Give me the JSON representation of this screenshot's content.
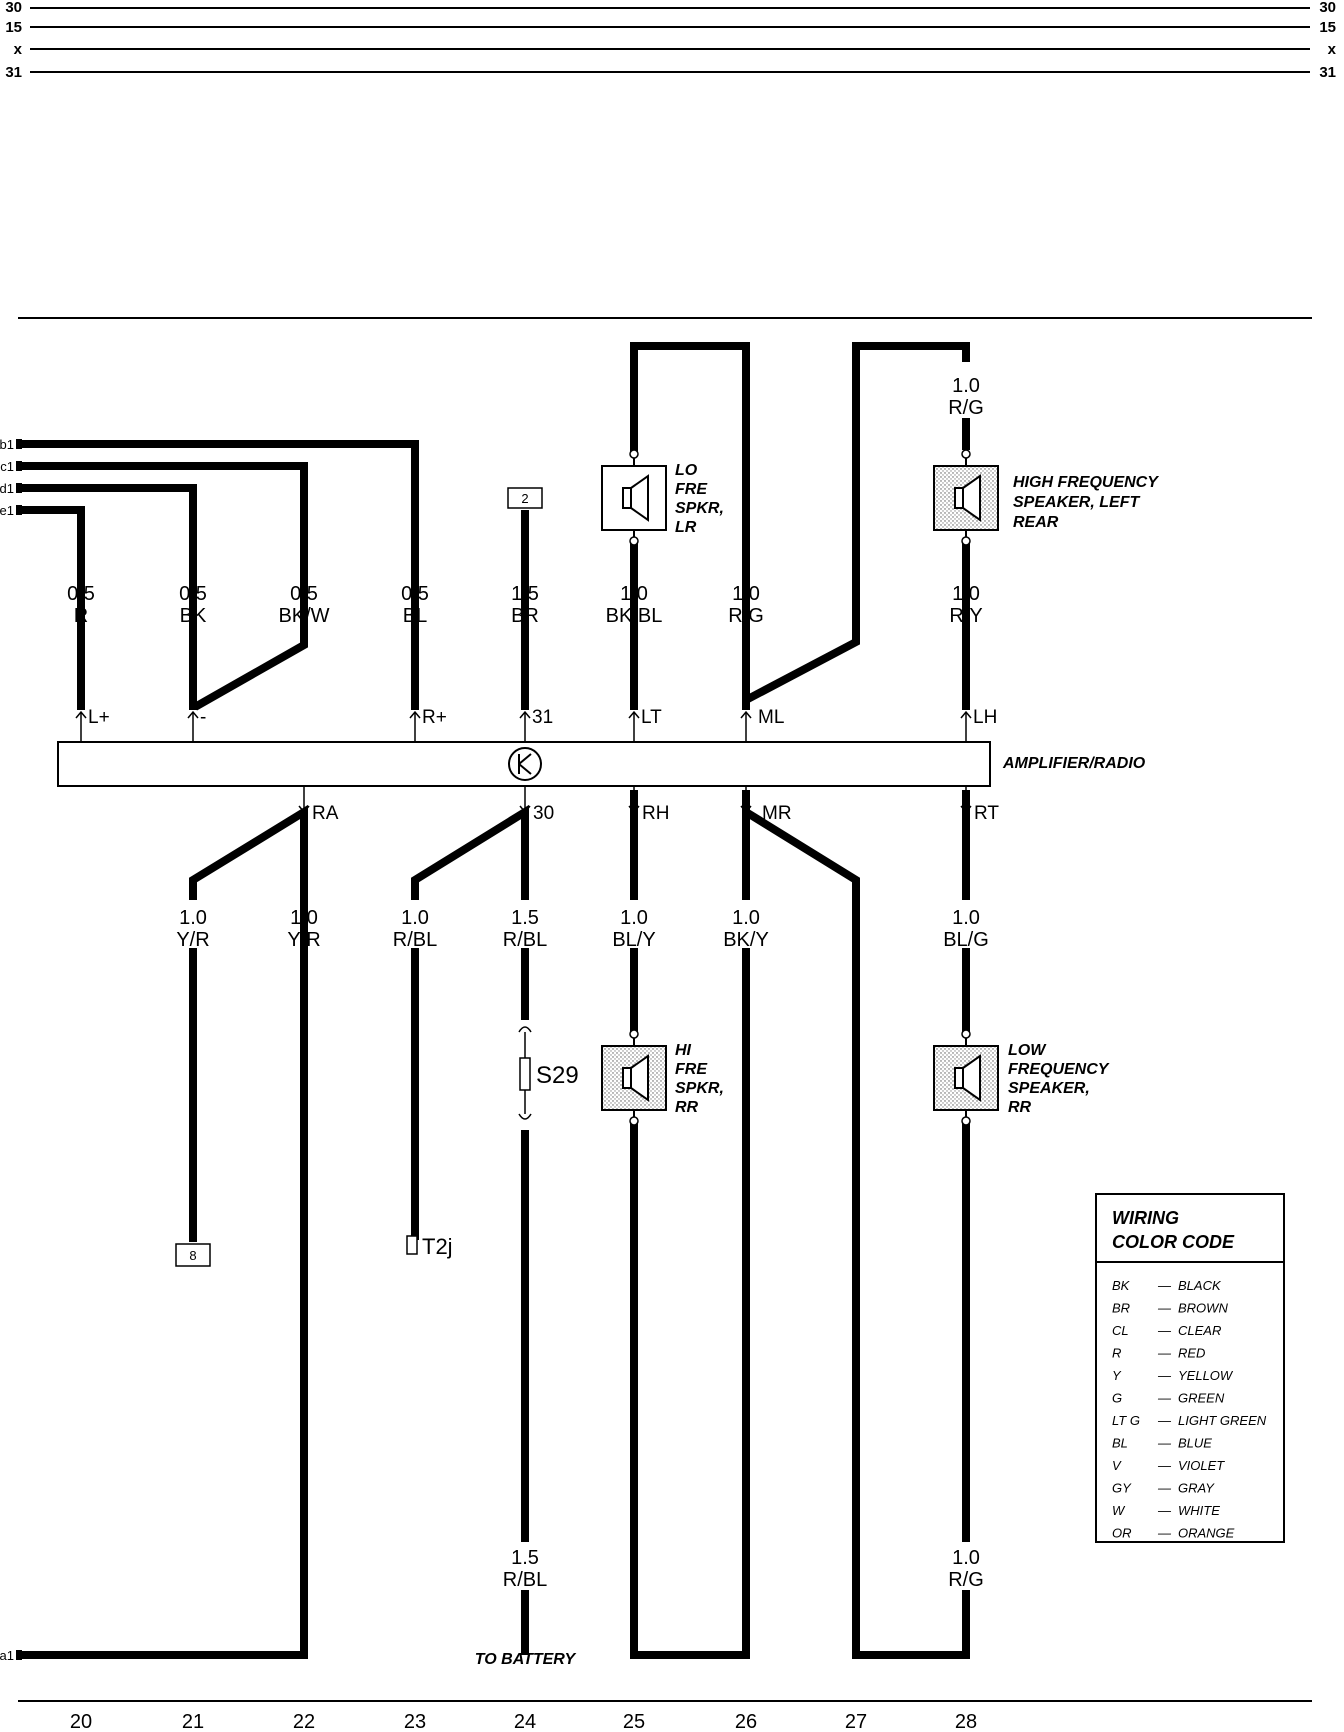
{
  "bus_rails": [
    {
      "left": "30",
      "right": "30"
    },
    {
      "left": "15",
      "right": "15"
    },
    {
      "left": "x",
      "right": "x"
    },
    {
      "left": "31",
      "right": "31"
    }
  ],
  "wire_labels": {
    "c20_top": {
      "gauge": "0.5",
      "color": "R"
    },
    "c21_top": {
      "gauge": "0.5",
      "color": "BK"
    },
    "c22_top": {
      "gauge": "0.5",
      "color": "BK/W"
    },
    "c23_top": {
      "gauge": "0.5",
      "color": "BL"
    },
    "c24_top": {
      "gauge": "1.5",
      "color": "BR"
    },
    "c25_top": {
      "gauge": "1.0",
      "color": "BK/BL"
    },
    "c26_top": {
      "gauge": "1.0",
      "color": "R/G"
    },
    "c28_top": {
      "gauge": "1.0",
      "color": "R/Y"
    },
    "c28_upper": {
      "gauge": "1.0",
      "color": "R/G"
    },
    "c21_bot": {
      "gauge": "1.0",
      "color": "Y/R"
    },
    "c22_bot": {
      "gauge": "1.0",
      "color": "Y/R"
    },
    "c23_bot": {
      "gauge": "1.0",
      "color": "R/BL"
    },
    "c24_bot": {
      "gauge": "1.5",
      "color": "R/BL"
    },
    "c25_bot": {
      "gauge": "1.0",
      "color": "BL/Y"
    },
    "c26_bot": {
      "gauge": "1.0",
      "color": "BK/Y"
    },
    "c28_bot": {
      "gauge": "1.0",
      "color": "BL/G"
    },
    "c24_low": {
      "gauge": "1.5",
      "color": "R/BL"
    },
    "c28_low": {
      "gauge": "1.0",
      "color": "R/G"
    }
  },
  "amplifier": {
    "label": "AMPLIFIER/RADIO",
    "top_pins": [
      "L+",
      "-",
      "R+",
      "31",
      "LT",
      "ML",
      "LH"
    ],
    "bottom_pins": [
      "RA",
      "30",
      "RH",
      "MR",
      "RT"
    ]
  },
  "speakers": {
    "lo_fre_lr": [
      "LO",
      "FRE",
      "SPKR,",
      "LR"
    ],
    "hi_freq_left_rear": [
      "HIGH FREQUENCY",
      "SPEAKER, LEFT",
      "REAR"
    ],
    "hi_fre_rr": [
      "HI",
      "FRE",
      "SPKR,",
      "RR"
    ],
    "low_freq_rr": [
      "LOW",
      "FREQUENCY",
      "SPEAKER,",
      "RR"
    ]
  },
  "connectors": {
    "left_inputs": [
      "b1",
      "c1",
      "d1",
      "e1",
      "a1"
    ],
    "ref_2": "2",
    "ref_8": "8",
    "fuse": "S29",
    "terminal": "T2j",
    "to_battery": "TO BATTERY"
  },
  "column_numbers": [
    "20",
    "21",
    "22",
    "23",
    "24",
    "25",
    "26",
    "27",
    "28"
  ],
  "color_code": {
    "title": [
      "WIRING",
      "COLOR CODE"
    ],
    "entries": [
      {
        "code": "BK",
        "name": "BLACK"
      },
      {
        "code": "BR",
        "name": "BROWN"
      },
      {
        "code": "CL",
        "name": "CLEAR"
      },
      {
        "code": "R",
        "name": "RED"
      },
      {
        "code": "Y",
        "name": "YELLOW"
      },
      {
        "code": "G",
        "name": "GREEN"
      },
      {
        "code": "LT G",
        "name": "LIGHT GREEN"
      },
      {
        "code": "BL",
        "name": "BLUE"
      },
      {
        "code": "V",
        "name": "VIOLET"
      },
      {
        "code": "GY",
        "name": "GRAY"
      },
      {
        "code": "W",
        "name": "WHITE"
      },
      {
        "code": "OR",
        "name": "ORANGE"
      }
    ]
  }
}
